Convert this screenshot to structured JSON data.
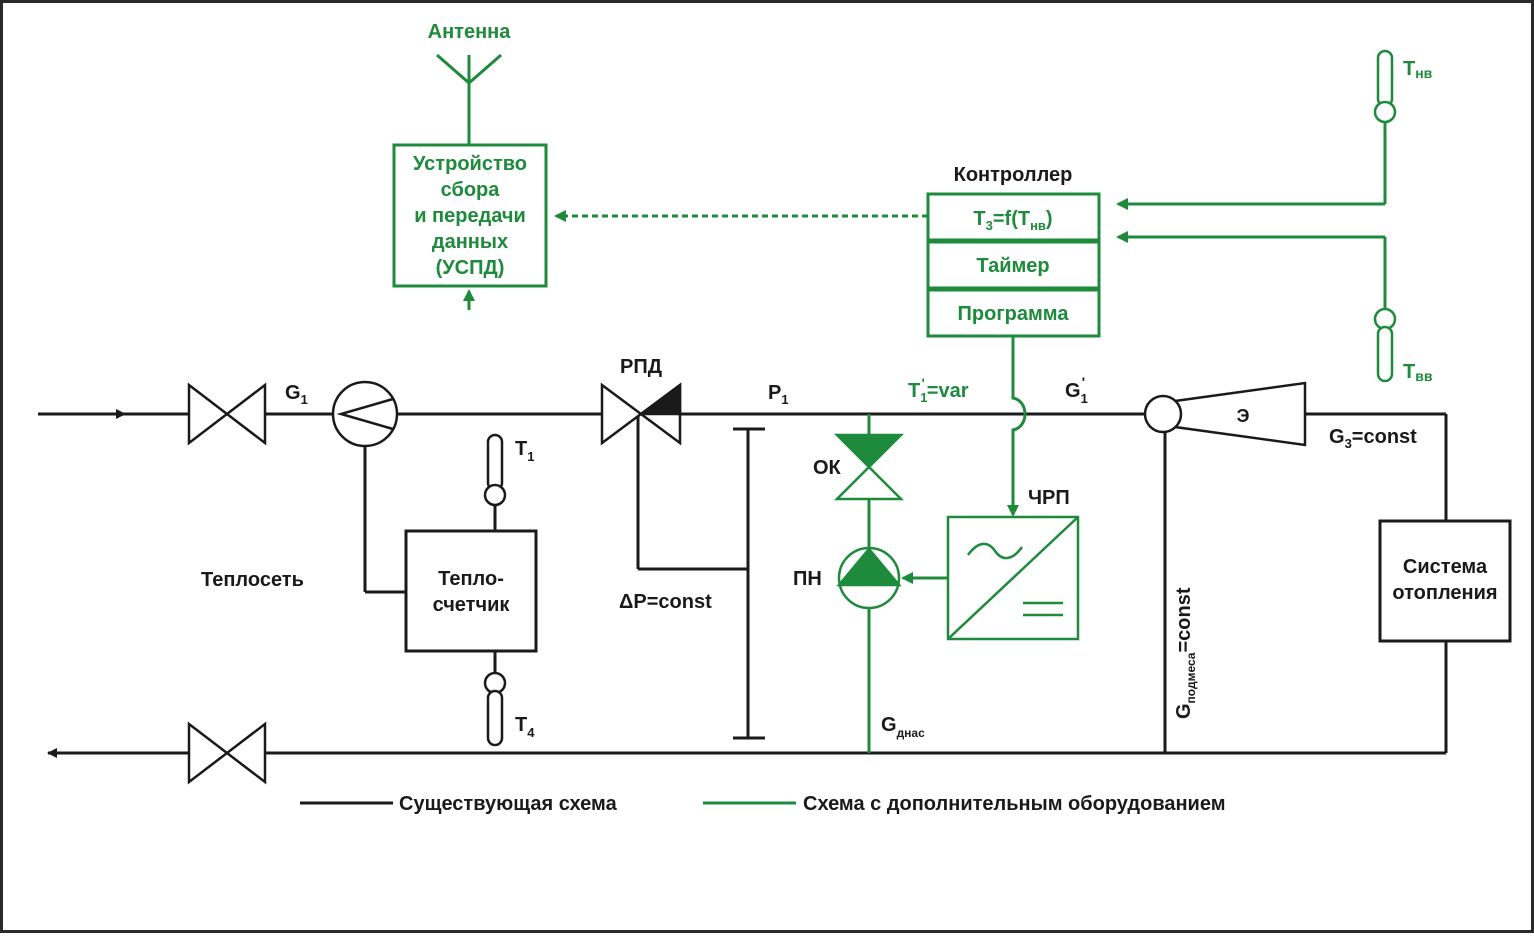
{
  "colors": {
    "existing": "#1a1a1a",
    "additional": "#1e8a3c",
    "background": "#ffffff"
  },
  "icons": {
    "valve": "gate-valve-icon",
    "flow_meter": "flow-meter-icon",
    "thermometer": "thermometer-icon",
    "pump": "pump-icon",
    "check_valve": "check-valve-icon",
    "ejector": "ejector-icon",
    "antenna": "antenna-icon",
    "vfd": "frequency-converter-icon"
  },
  "labels": {
    "antenna": "Антенна",
    "uspd_lines": [
      "Устройство",
      "сбора",
      "и передачи",
      "данных",
      "(УСПД)"
    ],
    "controller_title": "Контроллер",
    "controller_formula_main": "T",
    "controller_formula_sub": "3",
    "controller_formula_mid": "=f(T",
    "controller_formula_sub2": "нв",
    "controller_formula_end": ")",
    "timer": "Таймер",
    "program": "Программа",
    "t_outdoor_main": "T",
    "t_outdoor_sub": "нв",
    "t_indoor_main": "T",
    "t_indoor_sub": "вв",
    "g1_main": "G",
    "g1_sub": "1",
    "rpd": "РПД",
    "p1_main": "P",
    "p1_sub": "1",
    "t1var_main": "T",
    "t1var_sub": "1",
    "t1var_sup": "'",
    "t1var_end": "=var",
    "g1p_main": "G",
    "g1p_sub": "1",
    "g1p_sup": "'",
    "ejector": "Э",
    "g3_main": "G",
    "g3_sub": "3",
    "g3_end": "=const",
    "t1_main": "T",
    "t1_sub": "1",
    "t4_main": "T",
    "t4_sub": "4",
    "ok": "ОК",
    "pn": "ПН",
    "chrp": "ЧРП",
    "teploset": "Теплосеть",
    "heat_meter_lines": [
      "Тепло-",
      "счетчик"
    ],
    "dp": "ΔP=const",
    "gpodm_main": "G",
    "gpodm_sub": "подмеса",
    "gpodm_end": "=const",
    "heating_lines": [
      "Система",
      "отопления"
    ],
    "gnas_main": "G",
    "gnas_sub": "днас"
  },
  "legend": {
    "existing": "Существующая схема",
    "additional": "Схема с дополнительным оборудованием"
  }
}
